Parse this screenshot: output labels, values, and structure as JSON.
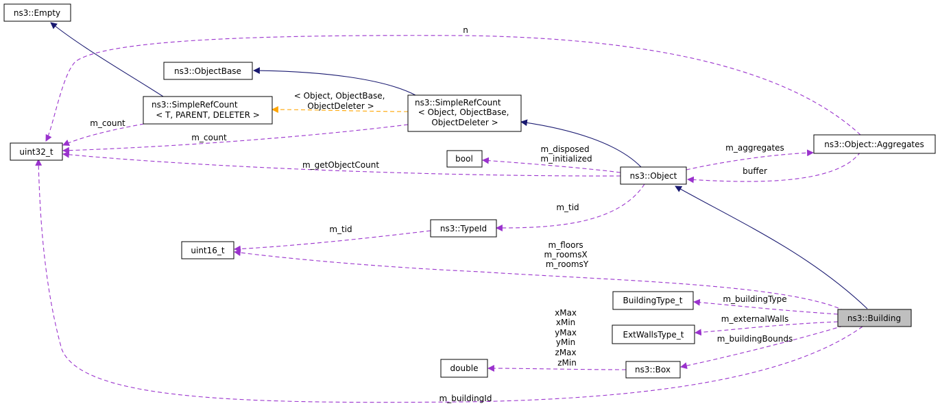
{
  "colors": {
    "inheritance": "#191970",
    "usage": "#9a32cd",
    "template": "#ffa500"
  },
  "nodes": {
    "empty": [
      "ns3::Empty"
    ],
    "uint32": [
      "uint32_t"
    ],
    "objectbase": [
      "ns3::ObjectBase"
    ],
    "simpleref_t": [
      "ns3::SimpleRefCount",
      "< T, PARENT, DELETER >"
    ],
    "simpleref_obj": [
      "ns3::SimpleRefCount",
      "< Object, ObjectBase,",
      "ObjectDeleter >"
    ],
    "bool": [
      "bool"
    ],
    "object": [
      "ns3::Object"
    ],
    "aggregates": [
      "ns3::Object::Aggregates"
    ],
    "typeid": [
      "ns3::TypeId"
    ],
    "uint16": [
      "uint16_t"
    ],
    "buildingtype": [
      "BuildingType_t"
    ],
    "extwalls": [
      "ExtWallsType_t"
    ],
    "building": [
      "ns3::Building"
    ],
    "double": [
      "double"
    ],
    "box": [
      "ns3::Box"
    ]
  },
  "edges": {
    "aggregates_to_uint32": [
      "n"
    ],
    "simpleref_t_to_uint32": [
      "m_count"
    ],
    "simpleref_obj_to_uint32": [
      "m_count"
    ],
    "object_to_uint32": [
      "m_getObjectCount"
    ],
    "object_to_bool": [
      "m_disposed",
      "m_initialized"
    ],
    "object_to_aggregates": [
      "m_aggregates"
    ],
    "aggregates_to_object": [
      "buffer"
    ],
    "object_to_typeid": [
      "m_tid"
    ],
    "typeid_to_uint16": [
      "m_tid"
    ],
    "building_to_uint16": [
      "m_floors",
      "m_roomsX",
      "m_roomsY"
    ],
    "building_to_buildingtype": [
      "m_buildingType"
    ],
    "building_to_extwalls": [
      "m_externalWalls"
    ],
    "building_to_box": [
      "m_buildingBounds"
    ],
    "box_to_double": [
      "xMax",
      "xMin",
      "yMax",
      "yMin",
      "zMax",
      "zMin"
    ],
    "building_to_uint32": [
      "m_buildingId"
    ],
    "template_label": [
      "< Object, ObjectBase,",
      "ObjectDeleter >"
    ]
  }
}
